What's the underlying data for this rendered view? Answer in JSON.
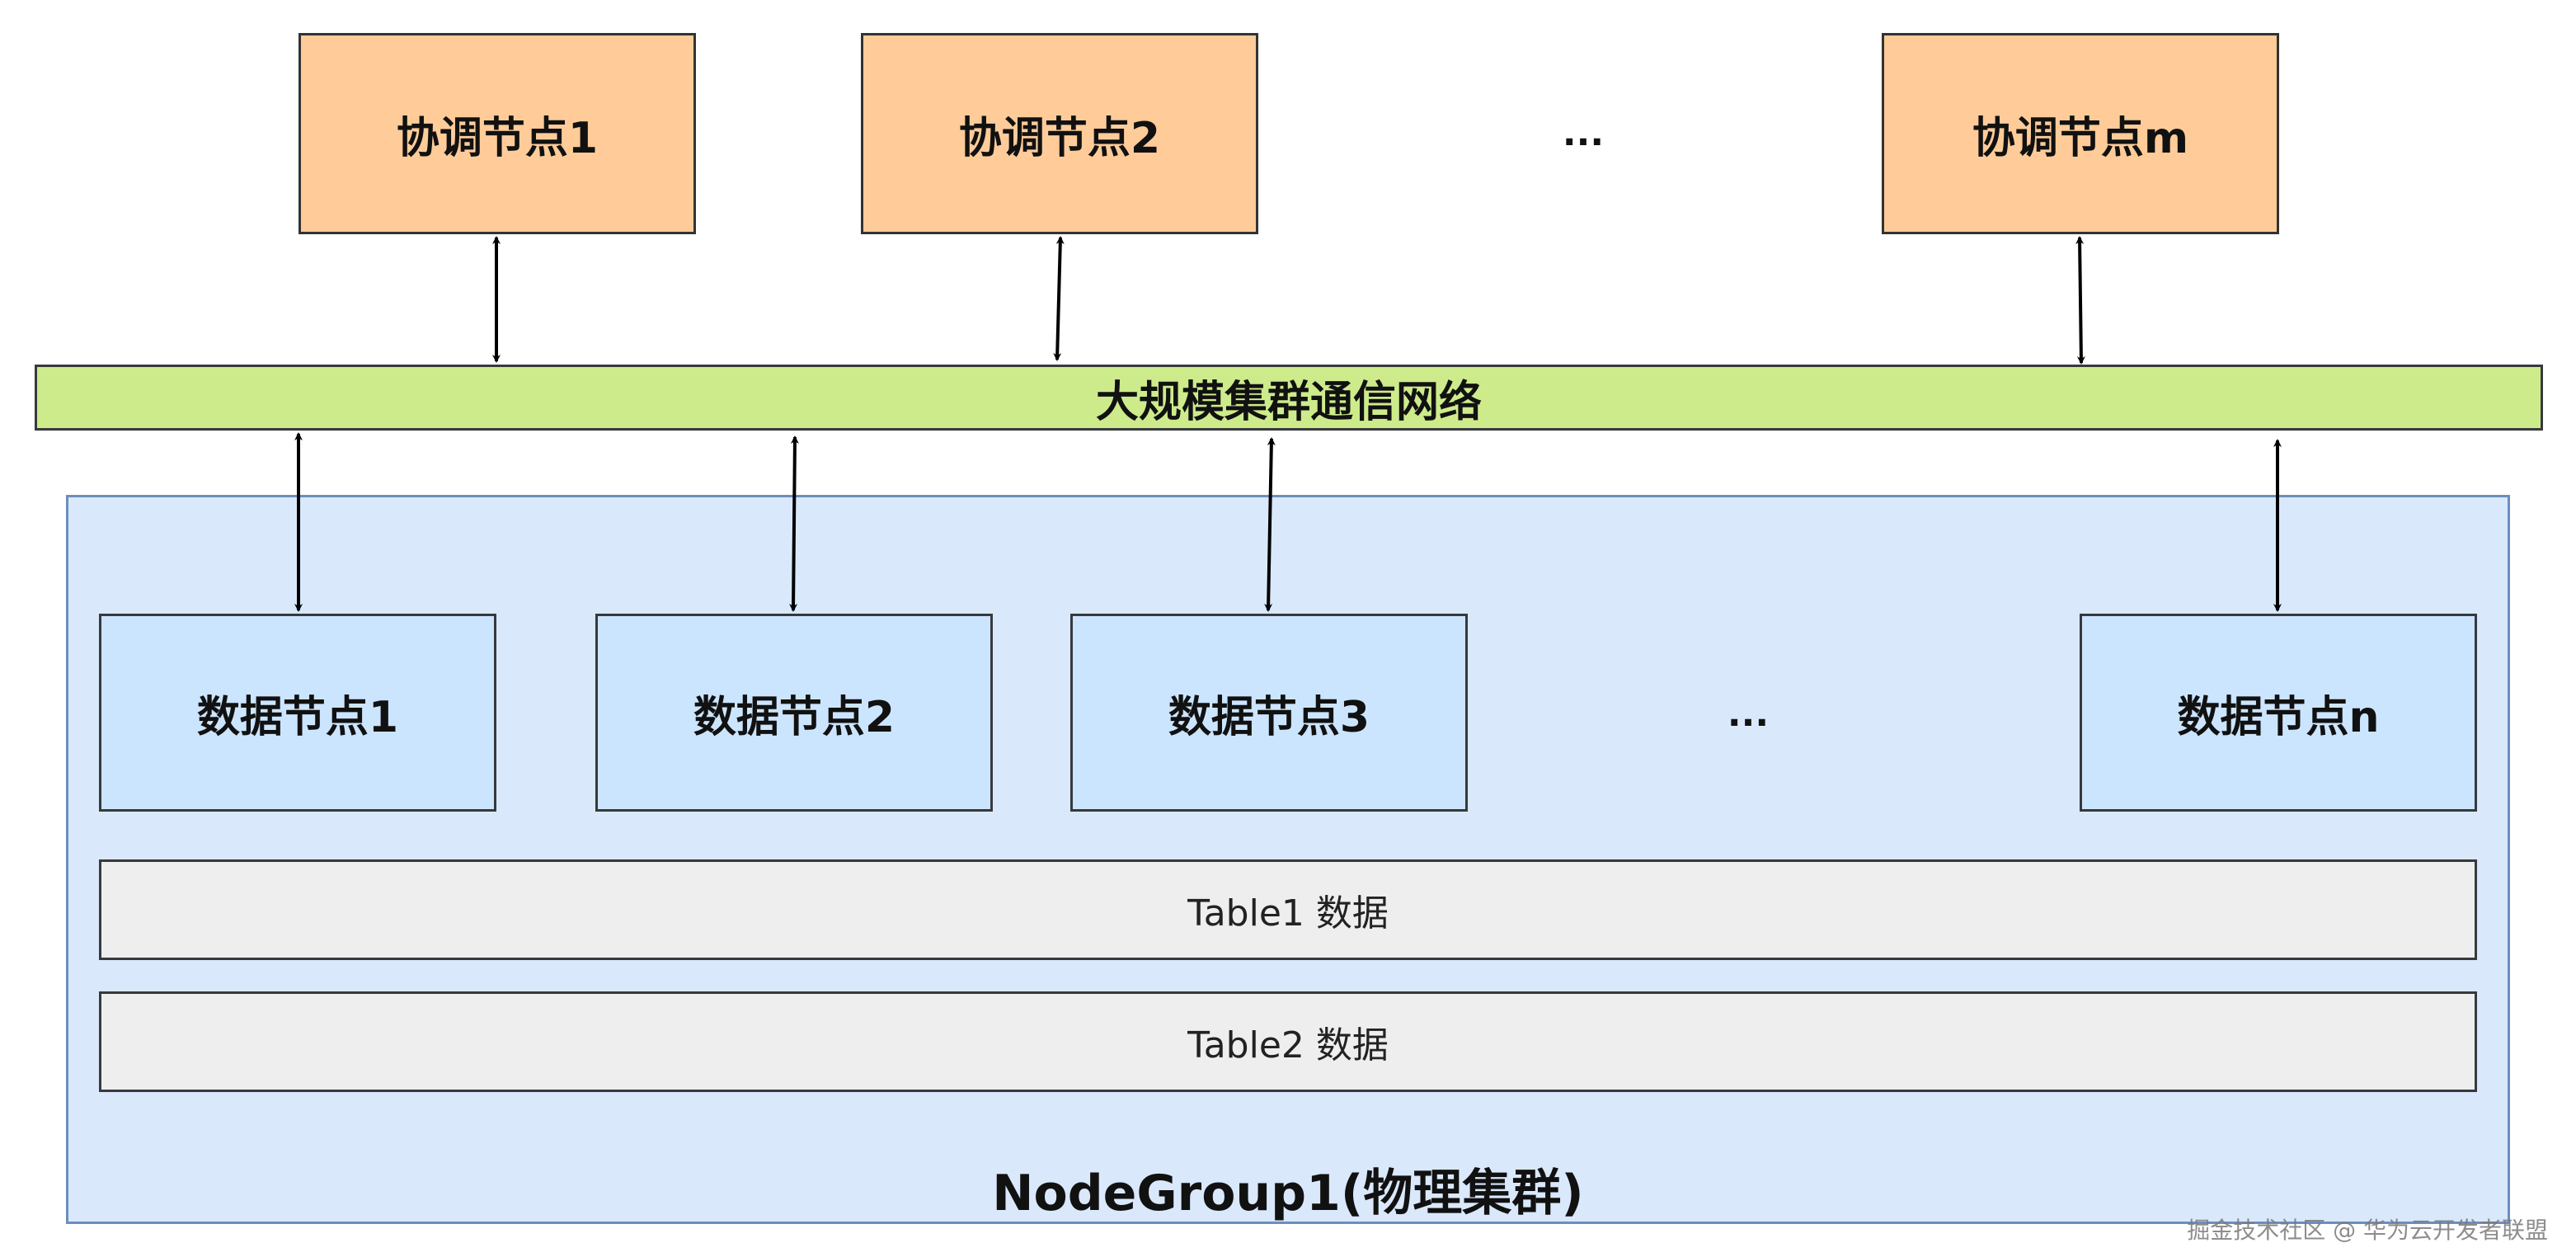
{
  "coordinator_nodes": [
    {
      "label": "协调节点1"
    },
    {
      "label": "协调节点2"
    },
    {
      "label": "协调节点m"
    }
  ],
  "coordinator_ellipsis": "...",
  "network": {
    "label": "大规模集群通信网络"
  },
  "data_nodes": [
    {
      "label": "数据节点1"
    },
    {
      "label": "数据节点2"
    },
    {
      "label": "数据节点3"
    },
    {
      "label": "数据节点n"
    }
  ],
  "data_ellipsis": "...",
  "tables": [
    {
      "label": "Table1 数据"
    },
    {
      "label": "Table2 数据"
    }
  ],
  "node_group": {
    "label": "NodeGroup1(物理集群)"
  },
  "watermark": "掘金技术社区 @ 华为云开发者联盟",
  "colors": {
    "coordinator_fill": "#ffcc99",
    "network_fill": "#cdeb8b",
    "node_group_fill": "#dae8fc",
    "data_node_fill": "#cce5ff",
    "table_fill": "#eeeeee"
  }
}
